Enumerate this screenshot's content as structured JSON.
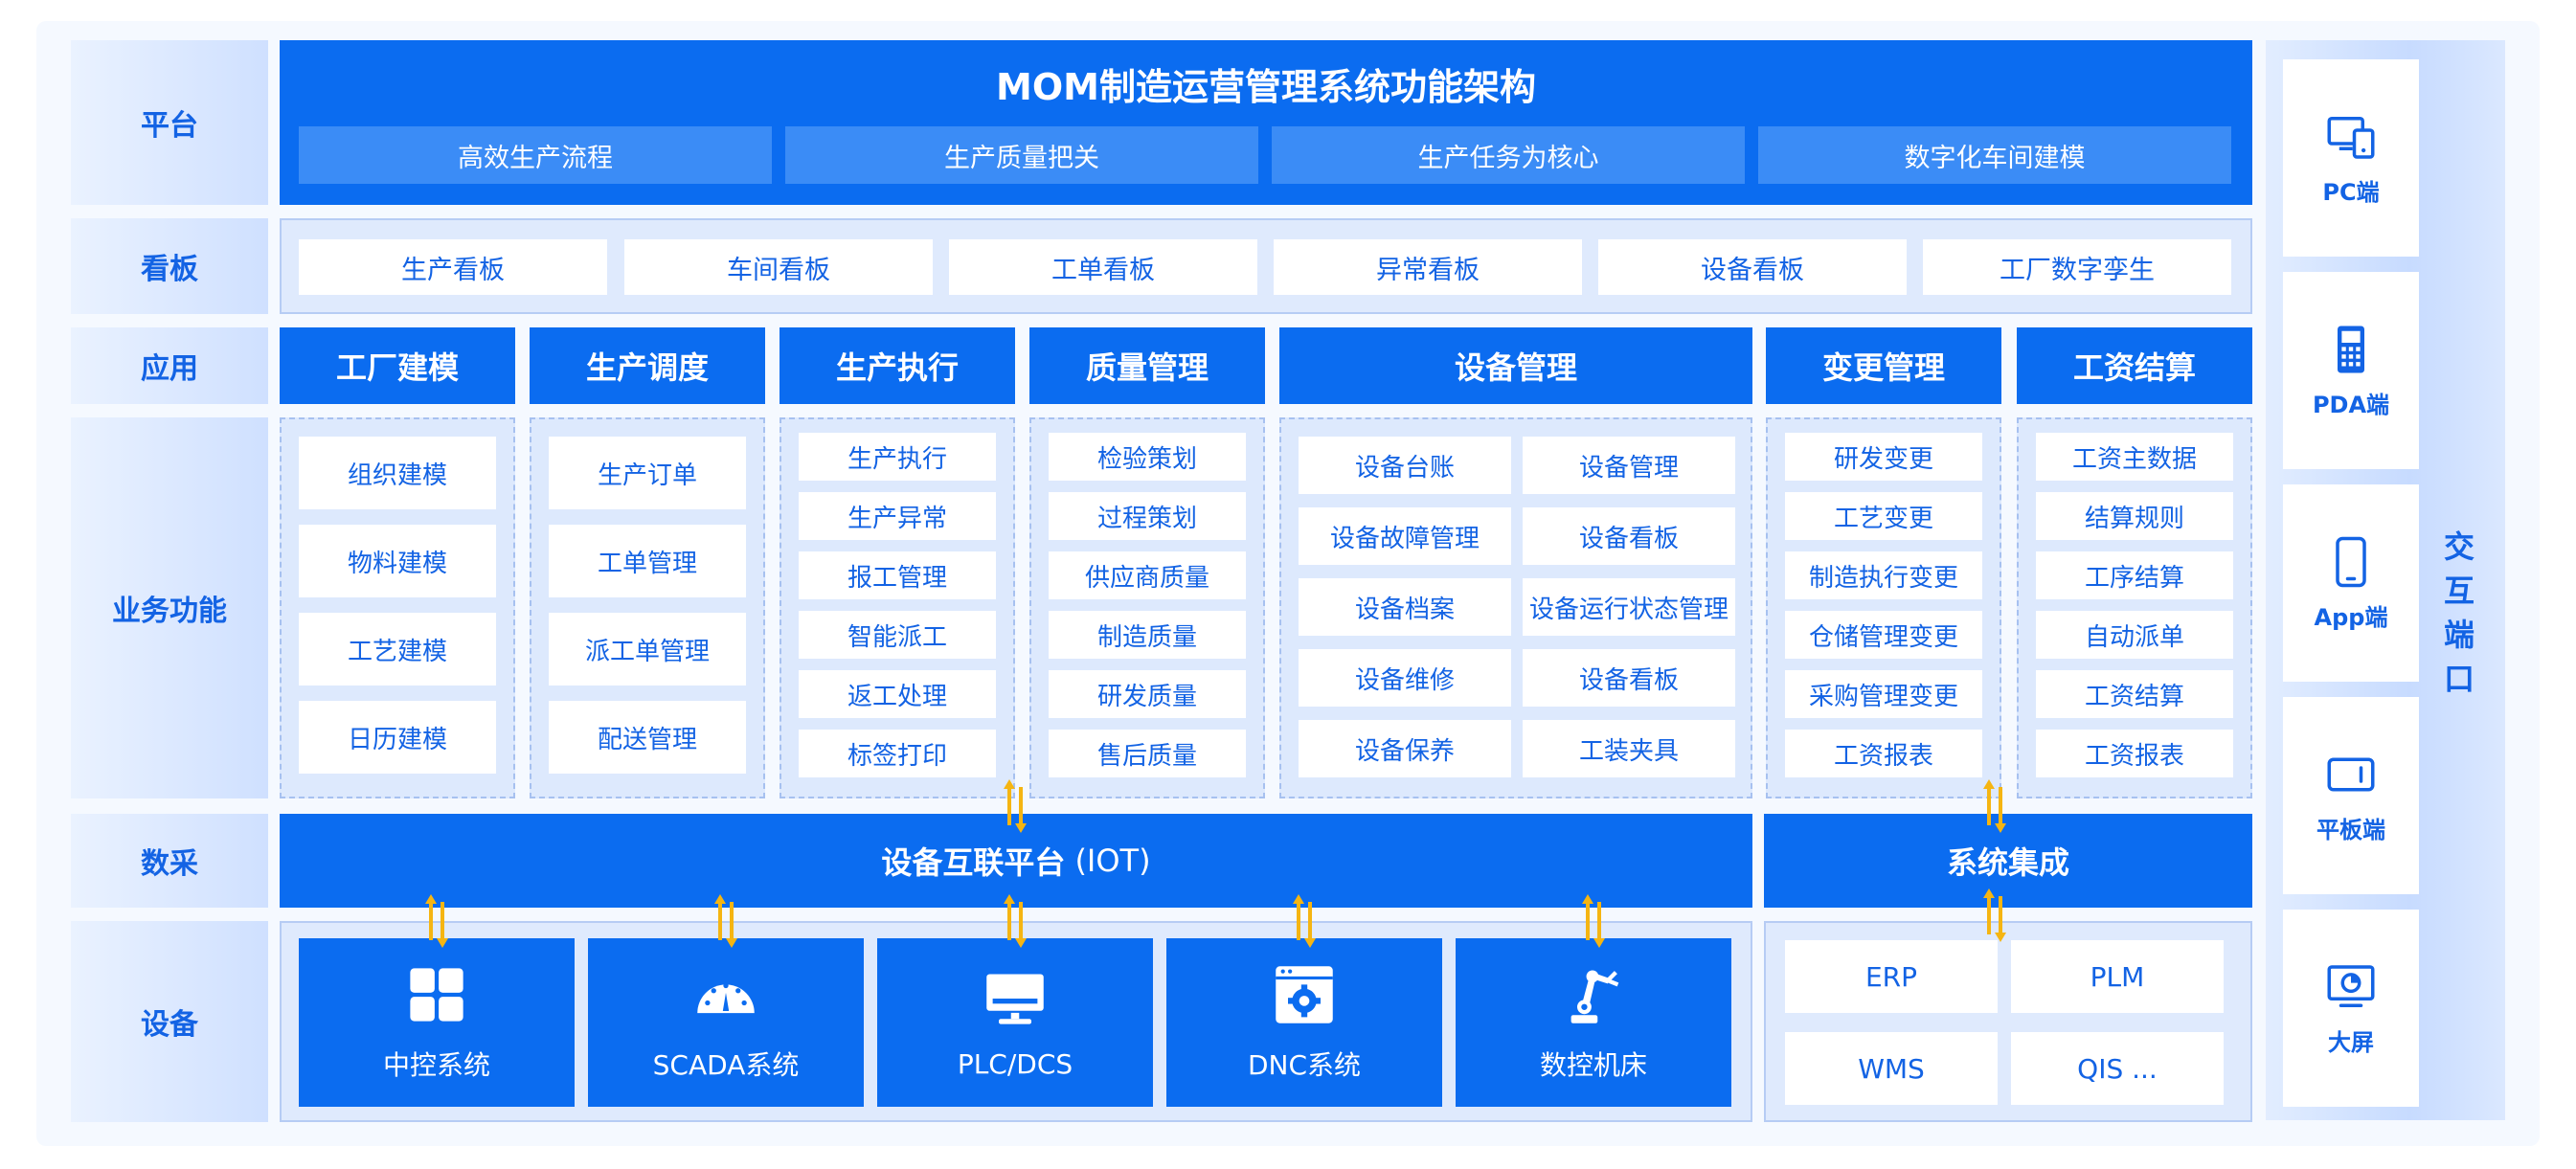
{
  "rows": {
    "platform": "平台",
    "board": "看板",
    "application": "应用",
    "functions": "业务功能",
    "data": "数采",
    "devices": "设备"
  },
  "platform": {
    "title": "MOM制造运营管理系统功能架构",
    "tags": [
      "高效生产流程",
      "生产质量把关",
      "生产任务为核心",
      "数字化车间建模"
    ]
  },
  "boards": [
    "生产看板",
    "车间看板",
    "工单看板",
    "异常看板",
    "设备看板",
    "工厂数字孪生"
  ],
  "apps": [
    {
      "title": "工厂建模",
      "items": [
        "组织建模",
        "物料建模",
        "工艺建模",
        "日历建模"
      ]
    },
    {
      "title": "生产调度",
      "items": [
        "生产订单",
        "工单管理",
        "派工单管理",
        "配送管理"
      ]
    },
    {
      "title": "生产执行",
      "items": [
        "生产执行",
        "生产异常",
        "报工管理",
        "智能派工",
        "返工处理",
        "标签打印"
      ]
    },
    {
      "title": "质量管理",
      "items": [
        "检验策划",
        "过程策划",
        "供应商质量",
        "制造质量",
        "研发质量",
        "售后质量"
      ]
    },
    {
      "title": "设备管理",
      "items": [
        "设备台账",
        "设备管理",
        "设备故障管理",
        "设备看板",
        "设备档案",
        "设备运行状态管理",
        "设备维修",
        "设备看板",
        "设备保养",
        "工装夹具"
      ]
    },
    {
      "title": "变更管理",
      "items": [
        "研发变更",
        "工艺变更",
        "制造执行变更",
        "仓储管理变更",
        "采购管理变更",
        "工资报表"
      ]
    },
    {
      "title": "工资结算",
      "items": [
        "工资主数据",
        "结算规则",
        "工序结算",
        "自动派单",
        "工资结算",
        "工资报表"
      ]
    }
  ],
  "iot": {
    "label": "设备互联平台",
    "paren": "(IOT)"
  },
  "system_integration": "系统集成",
  "devices": [
    {
      "label": "中控系统",
      "icon": "grid-icon"
    },
    {
      "label": "SCADA系统",
      "icon": "gauge-icon"
    },
    {
      "label": "PLC/DCS",
      "icon": "monitor-icon"
    },
    {
      "label": "DNC系统",
      "icon": "gear-window-icon"
    },
    {
      "label": "数控机床",
      "icon": "robot-arm-icon"
    }
  ],
  "integrations": [
    "ERP",
    "PLM",
    "WMS",
    "QIS ..."
  ],
  "interaction": {
    "title": "交互端口",
    "clients": [
      {
        "label": "PC端",
        "icon": "pc-icon"
      },
      {
        "label": "PDA端",
        "icon": "pda-icon"
      },
      {
        "label": "App端",
        "icon": "phone-icon"
      },
      {
        "label": "平板端",
        "icon": "tablet-icon"
      },
      {
        "label": "大屏",
        "icon": "big-screen-icon"
      }
    ]
  },
  "colors": {
    "primary": "#0b6cf0",
    "tag": "#3b8cf6",
    "light": "#dfeafd",
    "text": "#1363e4",
    "arrow": "#f5b512"
  }
}
